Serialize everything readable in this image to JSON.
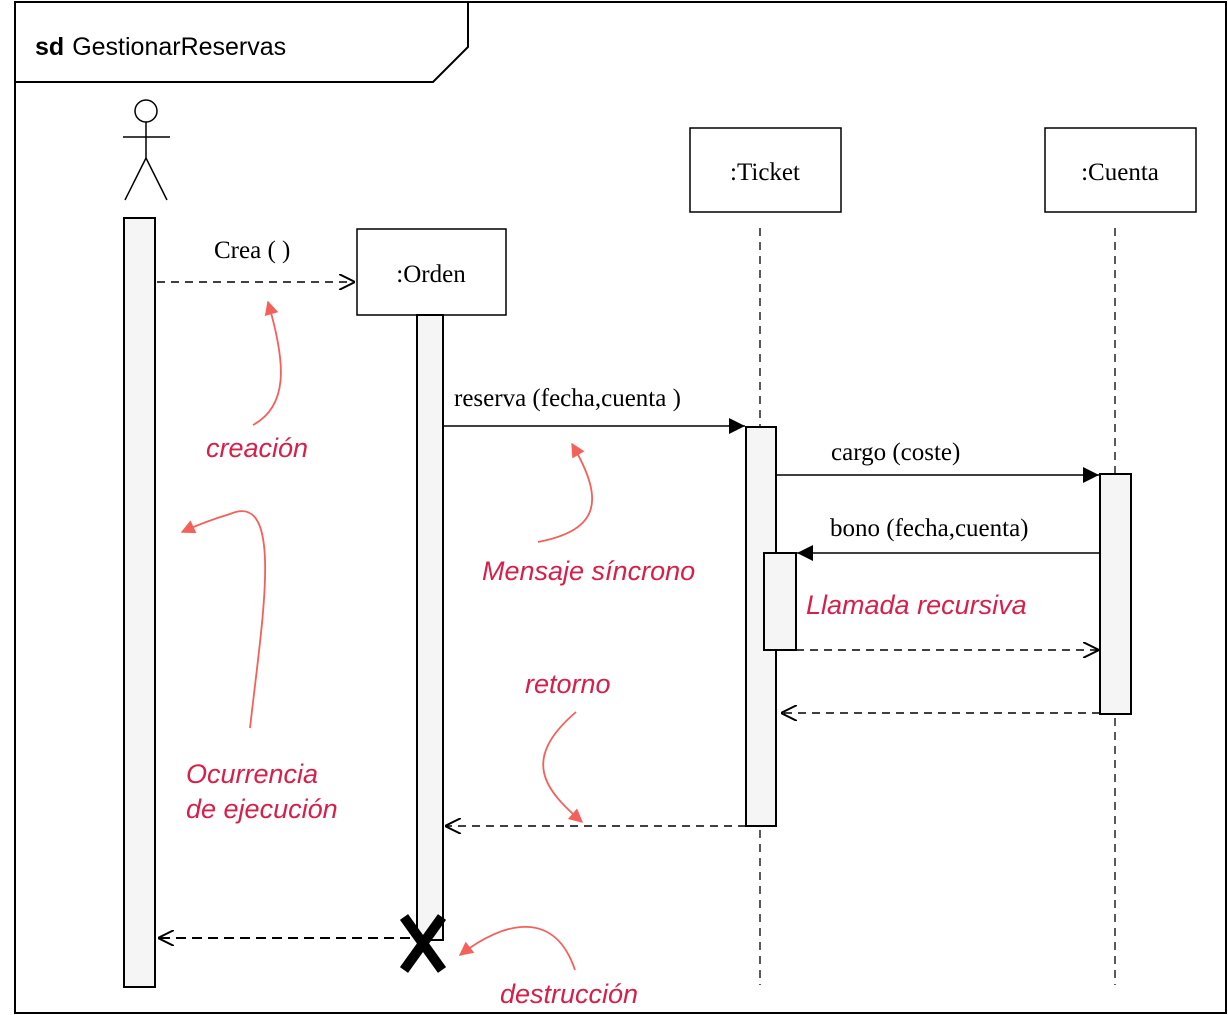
{
  "frame": {
    "keyword": "sd",
    "name": "GestionarReservas"
  },
  "lifelines": {
    "orden": ":Orden",
    "ticket": ":Ticket",
    "cuenta": ":Cuenta"
  },
  "messages": {
    "crea": "Crea ( )",
    "reserva": "reserva (fecha,cuenta )",
    "cargo": "cargo (coste)",
    "bono": "bono (fecha,cuenta)"
  },
  "annotations": {
    "creacion": "creación",
    "mensaje_sincrono": "Mensaje síncrono",
    "llamada_recursiva": "Llamada recursiva",
    "retorno": "retorno",
    "ocurrencia_line1": "Ocurrencia",
    "ocurrencia_line2": "de ejecución",
    "destruccion": "destrucción"
  },
  "colors": {
    "annotation_text": "#d6204a",
    "annotation_arrow": "#f4605a",
    "activation_fill": "#f5f5f5",
    "stroke": "#000000"
  }
}
